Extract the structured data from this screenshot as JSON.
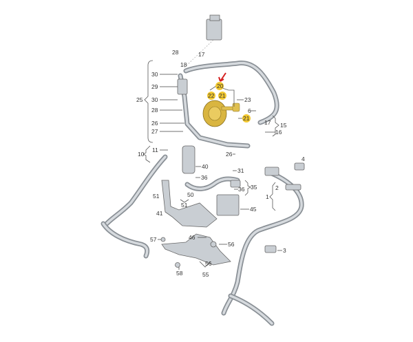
{
  "diagram": {
    "title": "",
    "highlight_color": "#f2c830",
    "arrow_color": "#d42020",
    "labels": [
      "28",
      "17",
      "18",
      "30",
      "29",
      "25",
      "30",
      "28",
      "26",
      "27",
      "20",
      "22",
      "21",
      "23",
      "6",
      "21",
      "17",
      "15",
      "16",
      "11",
      "10",
      "26",
      "40",
      "31",
      "4",
      "36",
      "35",
      "36",
      "2",
      "1",
      "51",
      "50",
      "51",
      "45",
      "41",
      "57",
      "46",
      "56",
      "3",
      "58",
      "56",
      "55"
    ]
  }
}
